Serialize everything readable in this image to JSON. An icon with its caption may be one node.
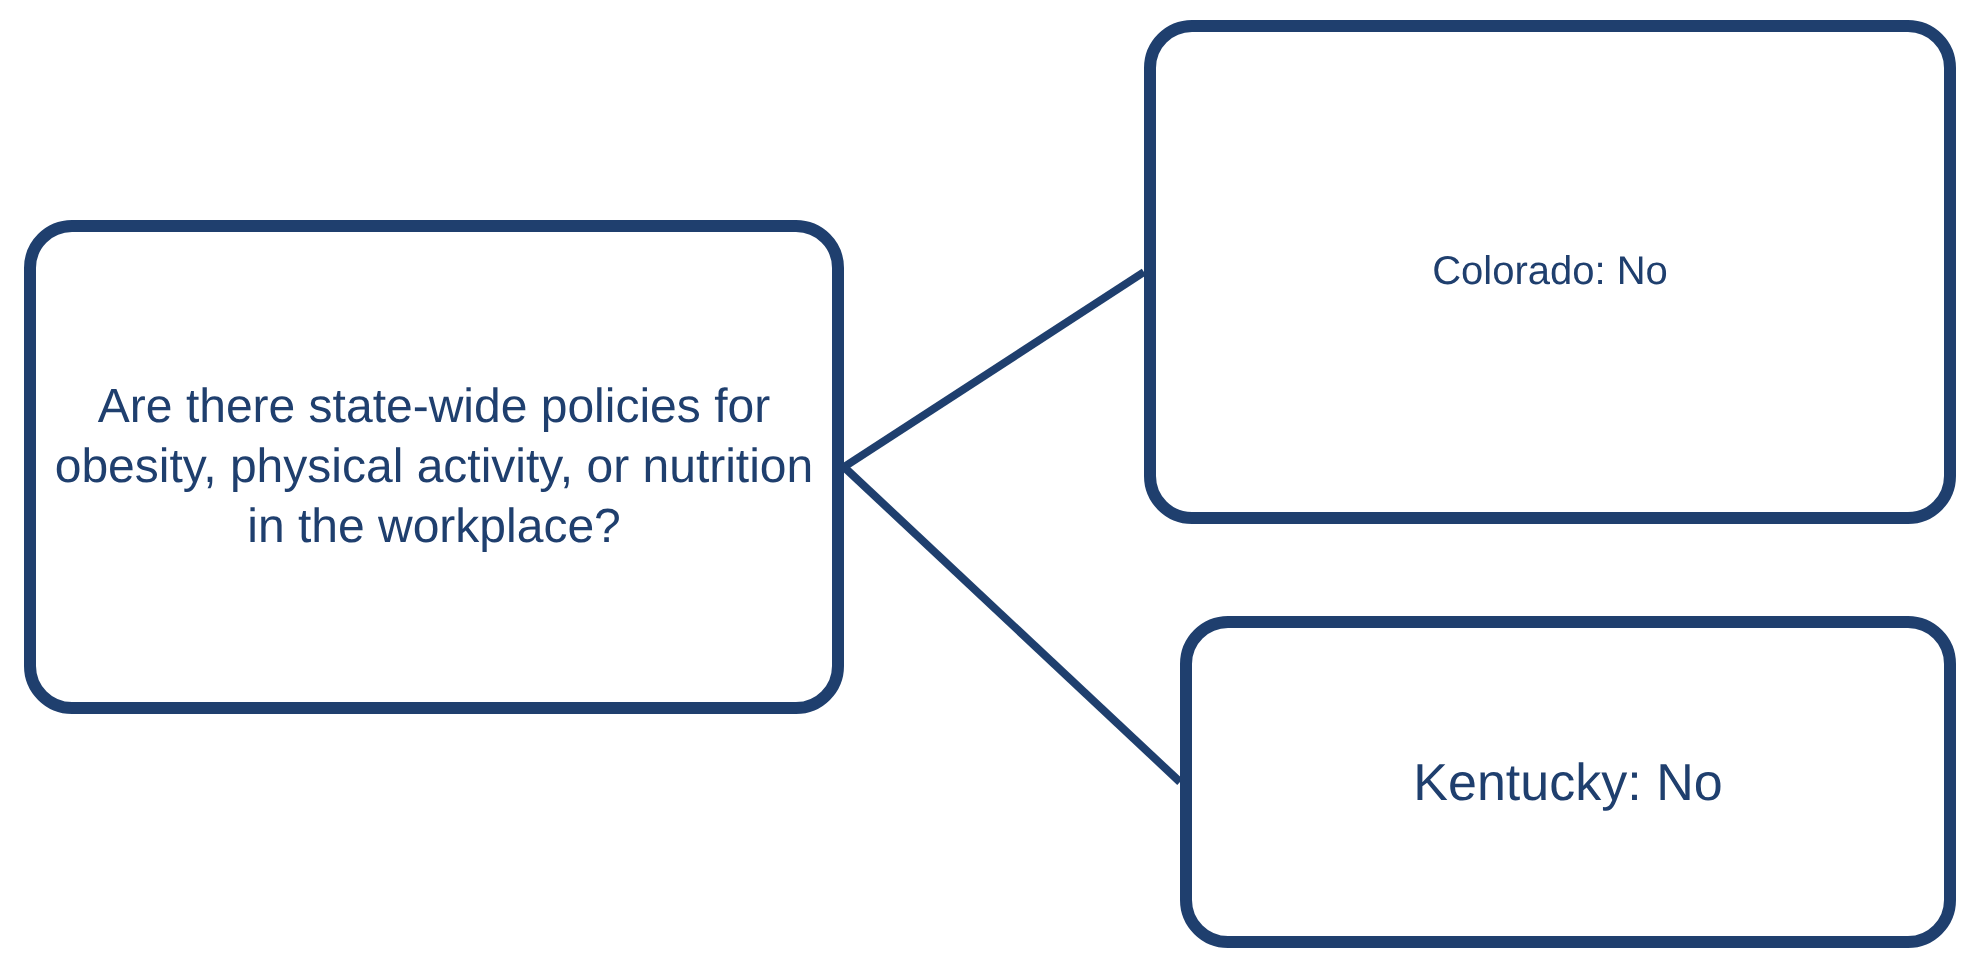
{
  "diagram": {
    "nodes": [
      {
        "text": [
          "Are there state-wide policies for obesity, physical activity, or nutrition in the workplace?"
        ]
      },
      {
        "text": [
          "Colorado: No"
        ]
      },
      {
        "text": [
          "Kentucky: No"
        ]
      }
    ],
    "edges": [
      {
        "from": 0,
        "to": 1,
        "arrow": "none"
      },
      {
        "from": 0,
        "to": 2,
        "arrow": "none"
      }
    ]
  }
}
